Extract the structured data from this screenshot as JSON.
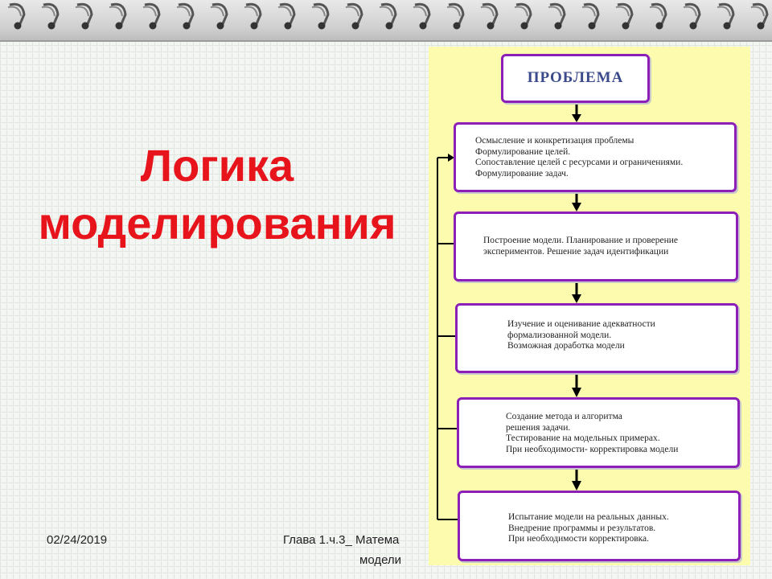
{
  "slide": {
    "title_line1": "Логика",
    "title_line2": "моделирования"
  },
  "diagram": {
    "problem": "ПРОБЛЕМА",
    "steps": [
      {
        "lines": [
          "Осмысление и конкретизация проблемы",
          "Формулирование целей.",
          "Сопоставление целей с ресурсами и ограничениями.",
          "Формулирование задач."
        ]
      },
      {
        "lines": [
          "Построение модели. Планирование и проверение",
          "экспериментов. Решение задач идентификации"
        ]
      },
      {
        "lines": [
          "Изучение и оценивание адекватности",
          "формализованной модели.",
          "Возможная доработка модели"
        ]
      },
      {
        "lines": [
          "Создание метода и алгоритма",
          "решения задачи.",
          "Тестирование на модельных примерах.",
          "При необходимости- корректировка модели"
        ]
      },
      {
        "lines": [
          "Испытание модели на реальных данных.",
          "Внедрение программы и результатов.",
          "При необходимости корректировка."
        ]
      }
    ]
  },
  "footer": {
    "date": "02/24/2019",
    "chapter_line1": "Глава 1.ч.3_ Матема",
    "chapter_line2": "модели"
  },
  "colors": {
    "title": "#e8141c",
    "box_border": "#8b1fb8",
    "panel": "#fdfbae",
    "arrow": "#000000"
  }
}
